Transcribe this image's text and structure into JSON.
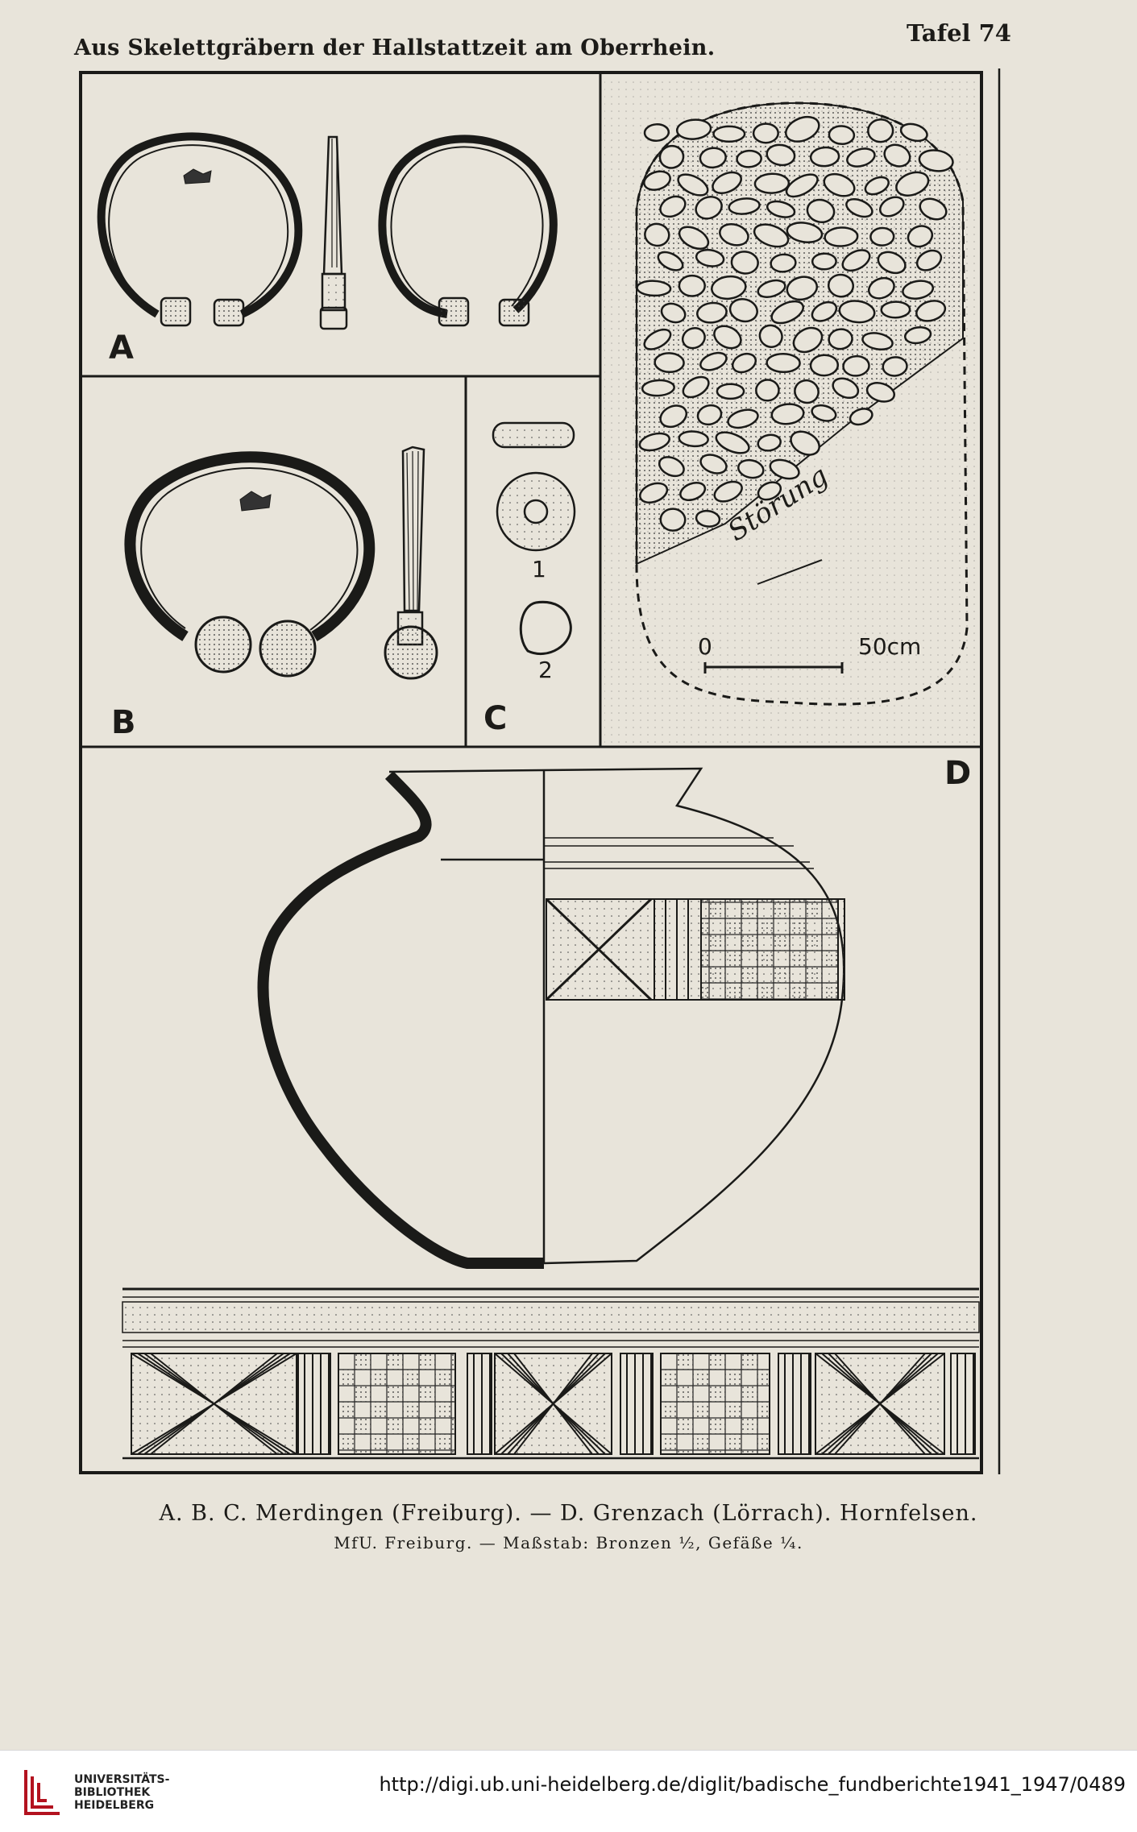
{
  "header": {
    "title": "Aus Skelettgräbern der Hallstattzeit am Oberrhein.",
    "plate": "Tafel 74"
  },
  "panels": {
    "a": "A",
    "b": "B",
    "c": "C",
    "d": "D"
  },
  "figure_c": {
    "item1": "1",
    "item2": "2"
  },
  "grave_plan": {
    "disturbance_label": "Störung",
    "scale_start": "0",
    "scale_end": "50cm"
  },
  "caption": {
    "line1": "A. B. C. Merdingen (Freiburg). — D. Grenzach (Lörrach). Hornfelsen.",
    "line2": "MfU. Freiburg. — Maßstab: Bronzen ½, Gefäße ¼."
  },
  "footer": {
    "library_line1": "UNIVERSITÄTS-",
    "library_line2": "BIBLIOTHEK",
    "library_line3": "HEIDELBERG",
    "url": "http://digi.ub.uni-heidelberg.de/diglit/badische_fundberichte1941_1947/0489"
  },
  "colors": {
    "paper": "#e8e4da",
    "ink": "#1c1b18",
    "logo_red": "#b3121f"
  }
}
